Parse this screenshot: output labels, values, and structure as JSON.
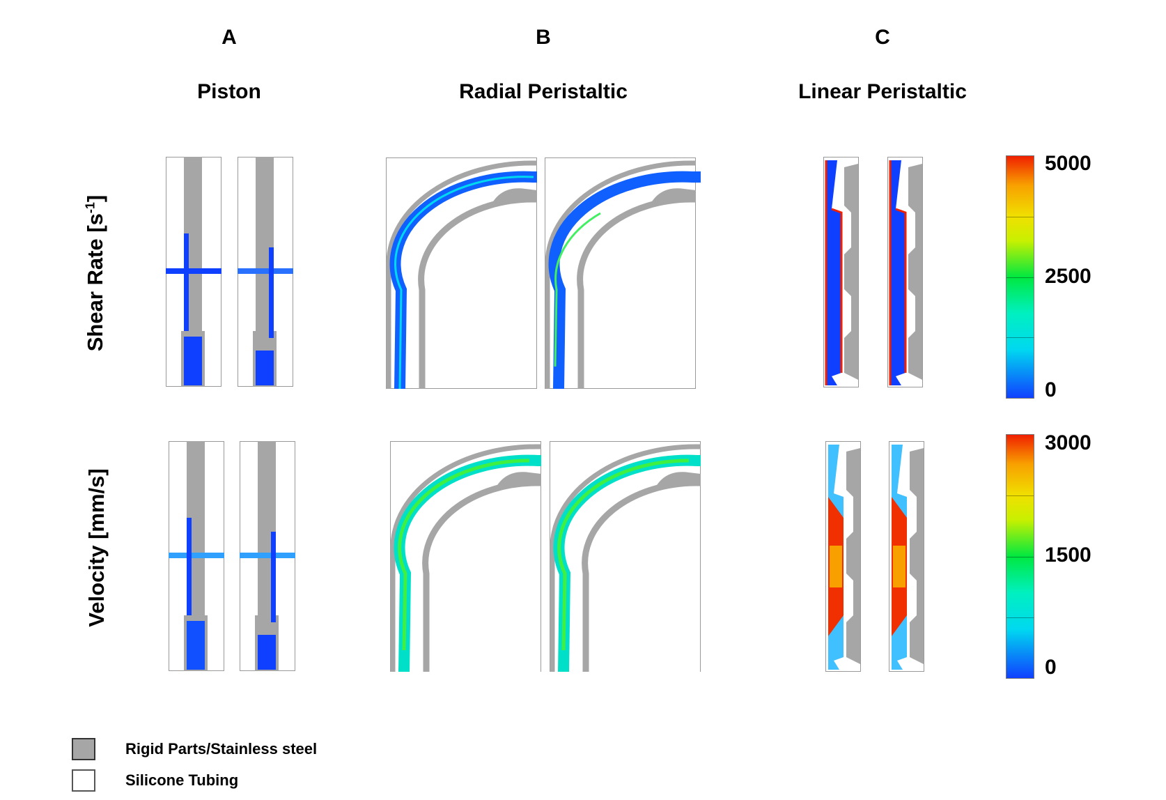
{
  "columns": [
    {
      "letter": "A",
      "title": "Piston"
    },
    {
      "letter": "B",
      "title": "Radial Peristaltic"
    },
    {
      "letter": "C",
      "title": "Linear Peristaltic"
    }
  ],
  "rows": [
    {
      "label": "Shear Rate [s",
      "label_sup": "-1",
      "label_end": "]"
    },
    {
      "label": "Velocity [mm/s]"
    }
  ],
  "colorbars": [
    {
      "max": "5000",
      "mid": "2500",
      "min": "0"
    },
    {
      "max": "3000",
      "mid": "1500",
      "min": "0"
    }
  ],
  "legend": [
    {
      "label": "Rigid Parts/Stainless steel",
      "color": "#a6a6a6"
    },
    {
      "label": "Silicone Tubing",
      "color": "#ffffff"
    }
  ],
  "colors": {
    "rigid": "#a6a6a6",
    "low": "#1040ff",
    "mid": "#00e840",
    "high": "#f02000"
  }
}
